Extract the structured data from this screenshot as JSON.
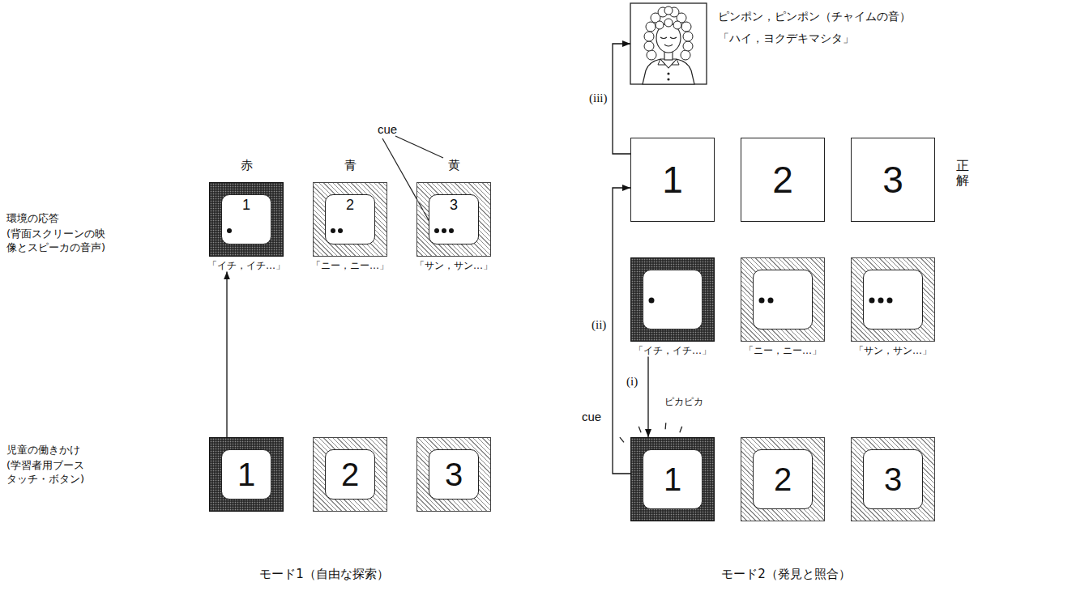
{
  "diagram": {
    "nodes": [
      {
        "text": [
          "1",
          "「イチ，イチ…」"
        ]
      },
      {
        "text": [
          "2",
          "「ニー，ニー…」"
        ]
      },
      {
        "text": [
          "3",
          "「サン，サン…」"
        ]
      },
      {
        "text": [
          "1"
        ]
      },
      {
        "text": [
          "2"
        ]
      },
      {
        "text": [
          "3"
        ]
      },
      {
        "text": [
          "ピンポン，ピンポン（チャイムの音）",
          "「ハイ，ヨクデキマシタ」"
        ]
      },
      {
        "text": [
          "1"
        ]
      },
      {
        "text": [
          "2"
        ]
      },
      {
        "text": [
          "3"
        ]
      },
      {
        "text": [
          "「イチ，イチ…」"
        ]
      },
      {
        "text": [
          "「ニー，ニー…」"
        ]
      },
      {
        "text": [
          "「サン，サン…」"
        ]
      },
      {
        "text": [
          "1"
        ]
      },
      {
        "text": [
          "2"
        ]
      },
      {
        "text": [
          "3"
        ]
      }
    ],
    "edges": [
      {
        "from": 3,
        "to": 0,
        "arrow": "to"
      },
      {
        "from": 10,
        "to": 13,
        "arrow": "to",
        "label": "(i)"
      },
      {
        "from": 13,
        "to": 7,
        "arrow": "to",
        "label": "(ii)"
      },
      {
        "from": 7,
        "to": 6,
        "arrow": "to",
        "label": "(iii)"
      }
    ],
    "labels": [
      "cue",
      "赤",
      "青",
      "黄",
      "環境の応答",
      "(背面スクリーンの映像とスピーカの音声)",
      "児童の働きかけ",
      "(学習者用ブースタッチ・ボタン)",
      "モード1（自由な探索）",
      "正解",
      "ピカピカ",
      "cue",
      "モード2（発見と照合）"
    ]
  }
}
